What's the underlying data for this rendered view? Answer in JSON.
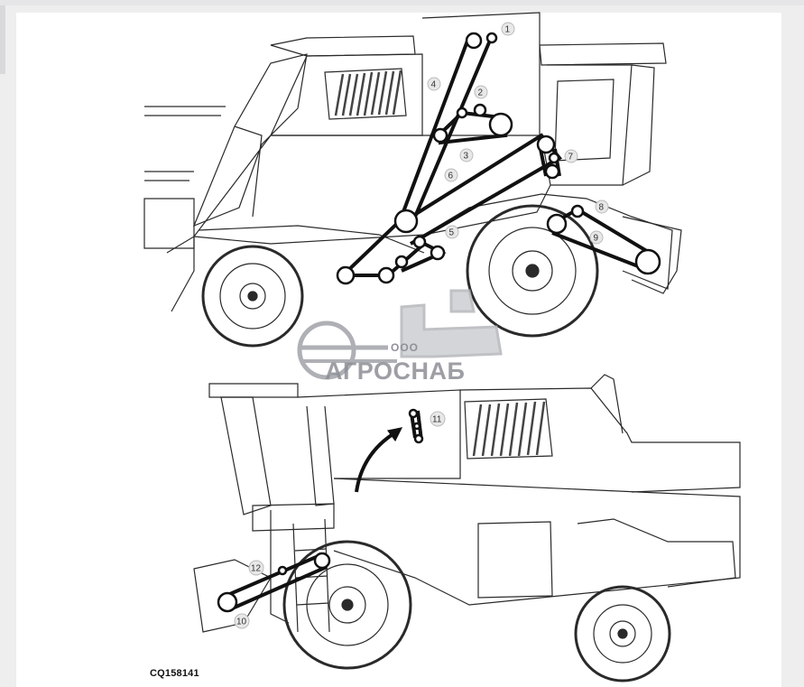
{
  "figure": {
    "reference_code": "CQ158141",
    "callouts": [
      "1",
      "2",
      "3",
      "4",
      "5",
      "6",
      "7",
      "8",
      "9",
      "10",
      "11",
      "12"
    ]
  },
  "watermark": {
    "prefix": "ООО",
    "name": "АГРОСНАБ"
  },
  "colors": {
    "line": "#2a2a2a",
    "belt": "#111111",
    "watermark": "#8c8f96"
  }
}
